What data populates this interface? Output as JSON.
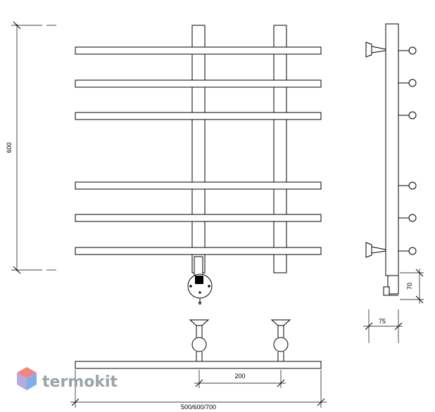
{
  "dimensions": {
    "height": "600",
    "width": "500/600/700",
    "spacing": "200",
    "depth": "75",
    "offset": "70"
  },
  "logo": {
    "text": "termokit",
    "colors": [
      "#f2867f",
      "#7fb1e8",
      "#b8a8e0"
    ]
  },
  "colors": {
    "line": "#000000",
    "logo_text": "#9aa3ab"
  }
}
